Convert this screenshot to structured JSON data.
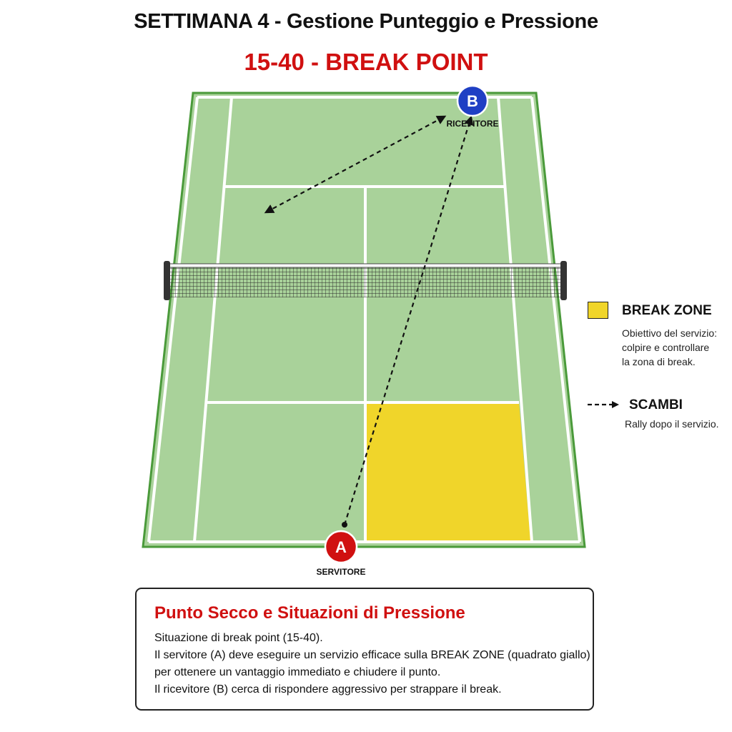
{
  "header": {
    "title": "SETTIMANA 4 - Gestione Punteggio e Pressione",
    "subtitle": "15-40 - BREAK POINT"
  },
  "players": {
    "receiver": {
      "letter": "B",
      "label": "RICEVITORE",
      "color": "#1f3fc4"
    },
    "server": {
      "letter": "A",
      "label": "SERVITORE",
      "color": "#d01010"
    }
  },
  "legend": {
    "break_zone": {
      "title": "BREAK ZONE",
      "lines": [
        "Obiettivo del servizio:",
        "colpire e controllare",
        "la zona di break."
      ],
      "color": "#f0d52a"
    },
    "rally": {
      "title": "SCAMBI",
      "description": "Rally dopo il servizio."
    }
  },
  "note": {
    "title": "Punto Secco e Situazioni di Pressione",
    "lines": [
      "Situazione di break point (15-40).",
      "Il servitore (A) deve eseguire un servizio efficace sulla BREAK ZONE (quadrato giallo)",
      "per ottenere un vantaggio immediato e chiudere il punto.",
      "Il ricevitore (B) cerca di rispondere aggressivo per strappare il break."
    ]
  },
  "colors": {
    "court": "#a9d29a",
    "court_deep": "#95c585",
    "lines": "#ffffff",
    "accent_red": "#d01010"
  }
}
